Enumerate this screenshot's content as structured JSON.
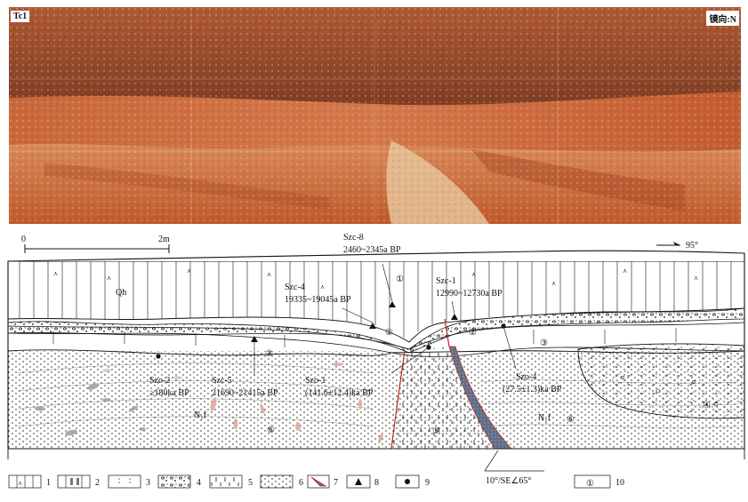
{
  "photo": {
    "label_left": "Tc1",
    "label_right": "镜向:N",
    "colors": {
      "dark_top": "#7a3a22",
      "mid_red": "#c25a2f",
      "light_tan": "#d9a57a",
      "pale": "#e8c9a6"
    }
  },
  "scale": {
    "start": "0",
    "end": "2m"
  },
  "direction": "95°",
  "samples": [
    {
      "id": "szc8_label",
      "name": "Szc-8",
      "age": "2460~2345a BP"
    },
    {
      "id": "szc4_label",
      "name": "Szc-4",
      "age": "19335~19045a BP"
    },
    {
      "id": "szc1_label",
      "name": "Szc-1",
      "age": "12990~12730a BP"
    },
    {
      "id": "szo2_label",
      "name": "Szo-2",
      "age": "≥180ka BP"
    },
    {
      "id": "szc5_label",
      "name": "Szc-5",
      "age": "21690~21415a BP"
    },
    {
      "id": "szo1_label",
      "name": "Szo-1",
      "age": "(141.6±12.4)ka BP"
    },
    {
      "id": "szo4_label",
      "name": "Szo-4",
      "age": "(27.5±1.3)ka BP"
    }
  ],
  "units": {
    "qh": "Qh",
    "nf_left": "N₁f",
    "nf_right": "N₁f",
    "u1": "①",
    "u2a": "②",
    "u2b": "②",
    "u3a": "③",
    "u3b": "③",
    "u4": "④",
    "u5": "⑤",
    "u6a": "⑥",
    "u6b": "⑥"
  },
  "fault_attitude": "10°/SE∠65°",
  "legend": [
    "1",
    "2",
    "3",
    "4",
    "5",
    "6",
    "7",
    "8",
    "9",
    "10"
  ],
  "legend_10_symbol": "①",
  "colors": {
    "fault_red": "#c0282a",
    "fault_fill": "#5c6f86",
    "clast_gray": "#a9a9a9",
    "clast_pink": "#e3b0a4"
  }
}
